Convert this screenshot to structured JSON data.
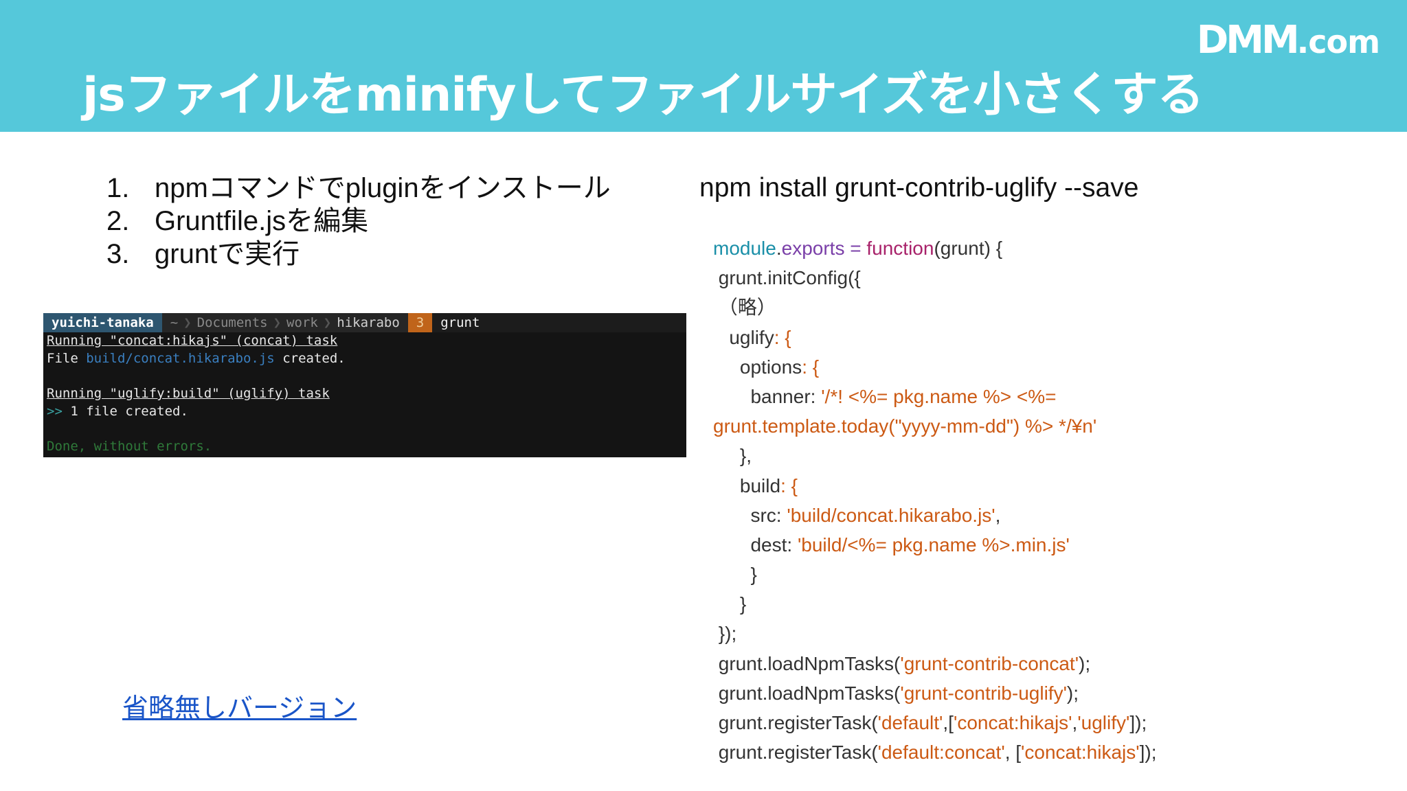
{
  "header": {
    "title": "jsファイルをminifyしてファイルサイズを小さくする",
    "logo_main": "DMM",
    "logo_suffix": ".com",
    "background_color": "#55c8da"
  },
  "steps": [
    {
      "num": "1.",
      "text": "npmコマンドでpluginをインストール"
    },
    {
      "num": "2.",
      "text": "Gruntfile.jsを編集"
    },
    {
      "num": "3.",
      "text": "gruntで実行"
    }
  ],
  "install_command": "npm install grunt-contrib-uglify --save",
  "terminal": {
    "prompt": {
      "user": "yuichi-tanaka",
      "path": [
        "~",
        "Documents",
        "work"
      ],
      "current_dir": "hikarabo",
      "count": "3",
      "command": "grunt"
    },
    "lines": {
      "task1": "Running \"concat:hikajs\" (concat) task",
      "file_prefix": "File ",
      "file_path": "build/concat.hikarabo.js",
      "file_suffix": " created.",
      "task2": "Running \"uglify:build\" (uglify) task",
      "result_arrow": ">>",
      "result_text": " 1 file created.",
      "done": "Done, without errors."
    }
  },
  "link_text": "省略無しバージョン",
  "code": {
    "l1": {
      "a": "module",
      "b": ".",
      "c": "exports",
      "d": " = ",
      "e": "function",
      "f": "(grunt) {"
    },
    "l2": " grunt.initConfig({",
    "l3": " （略）",
    "l4": {
      "a": "   uglify",
      "b": ": {"
    },
    "l5": {
      "a": "     options",
      "b": ": {"
    },
    "l6": {
      "a": "       banner: ",
      "b": "'/*! <%= pkg.name %> <%="
    },
    "l7": "grunt.template.today(\"yyyy-mm-dd\") %> */¥n'",
    "l8": "     },",
    "l9": {
      "a": "     build",
      "b": ": {"
    },
    "l10": {
      "a": "       src: ",
      "b": "'build/concat.hikarabo.js'",
      "c": ","
    },
    "l11": {
      "a": "       dest: ",
      "b": "'build/<%= pkg.name %>.min.js'"
    },
    "l12": "       }",
    "l13": "     }",
    "l14": " });",
    "l15": {
      "a": " grunt.loadNpmTasks(",
      "b": "'grunt-contrib-concat'",
      "c": ");"
    },
    "l16": {
      "a": " grunt.loadNpmTasks(",
      "b": "'grunt-contrib-uglify'",
      "c": ");"
    },
    "l17": {
      "a": " grunt.registerTask(",
      "b": "'default'",
      "c": ",[",
      "d": "'concat:hikajs'",
      "e": ",",
      "f": "'uglify'",
      "g": "]);"
    },
    "l18": {
      "a": " grunt.registerTask(",
      "b": "'default:concat'",
      "c": ", [",
      "d": "'concat:hikajs'",
      "e": "]);"
    }
  }
}
